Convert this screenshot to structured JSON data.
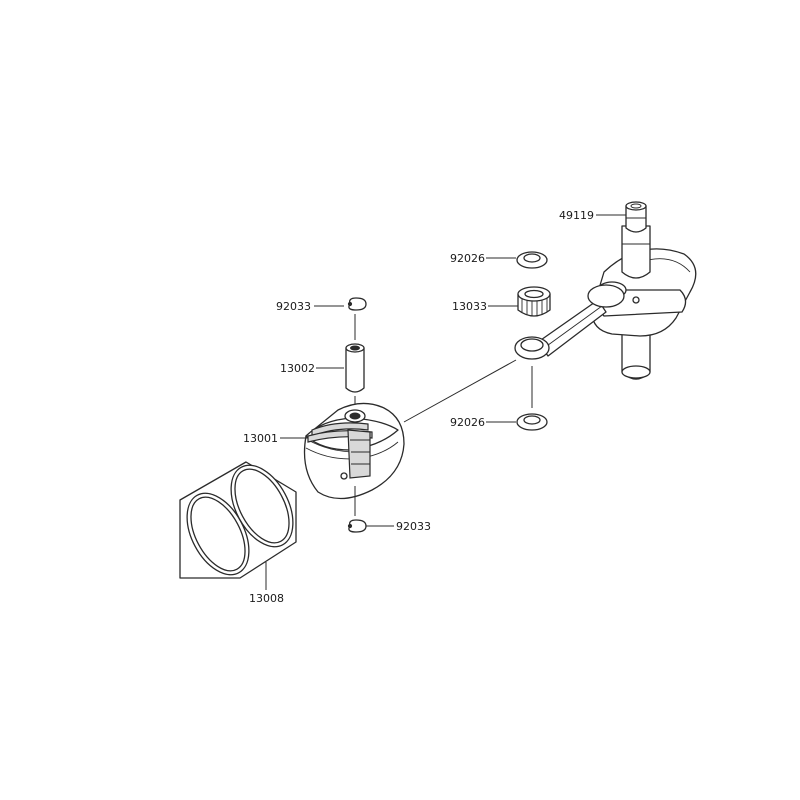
{
  "labels": {
    "crankshaft": "49119",
    "washer_top": "92026",
    "needle_bearing": "13033",
    "circlip_top": "92033",
    "piston_pin": "13002",
    "piston": "13001",
    "washer_bottom": "92026",
    "circlip_bottom": "92033",
    "piston_rings": "13008"
  },
  "colors": {
    "line": "#2b2b2b",
    "background": "#ffffff"
  }
}
